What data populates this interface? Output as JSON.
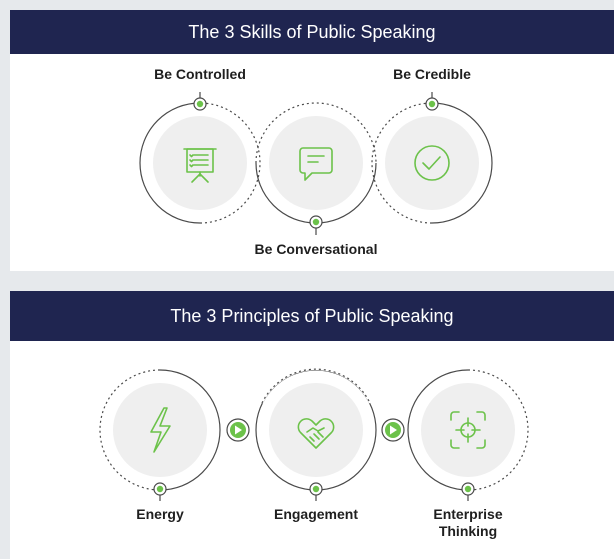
{
  "colors": {
    "header_bg": "#1f2550",
    "accent_green": "#6cc24a",
    "circle_fill": "#efefef",
    "outline": "#4a4a4a"
  },
  "skills": {
    "title": "The 3 Skills of Public Speaking",
    "items": [
      {
        "label": "Be Controlled",
        "icon": "presentation-board-icon"
      },
      {
        "label": "Be Conversational",
        "icon": "chat-bubble-icon"
      },
      {
        "label": "Be Credible",
        "icon": "check-circle-icon"
      }
    ]
  },
  "principles": {
    "title": "The 3 Principles of Public Speaking",
    "items": [
      {
        "label": "Energy",
        "icon": "lightning-icon"
      },
      {
        "label": "Engagement",
        "icon": "heart-handshake-icon"
      },
      {
        "label": "Enterprise Thinking",
        "icon": "target-crosshair-icon"
      }
    ]
  }
}
